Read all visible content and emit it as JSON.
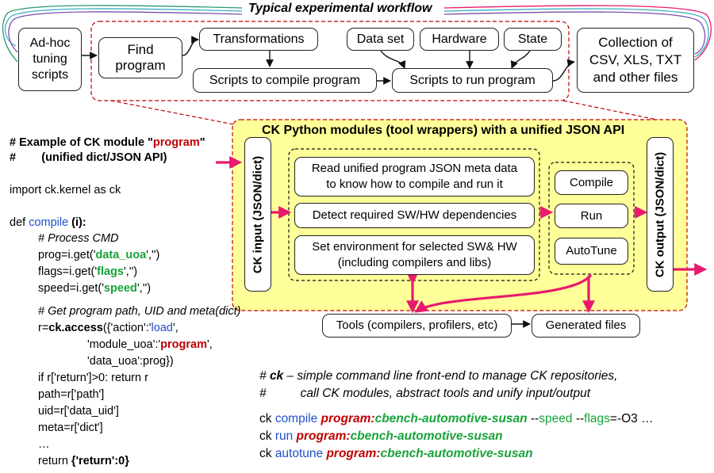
{
  "workflow": {
    "title": "Typical experimental workflow",
    "adhoc": "Ad-hoc\ntuning\nscripts",
    "find_program": "Find\nprogram",
    "transformations": "Transformations",
    "compile_scripts": "Scripts to compile program",
    "data_set": "Data set",
    "hardware": "Hardware",
    "state": "State",
    "run_scripts": "Scripts to run program",
    "collection": "Collection of\nCSV, XLS, TXT\nand other files"
  },
  "modules": {
    "title": "CK Python modules (tool wrappers) with a unified JSON API",
    "input": "CK input (JSON/dict)",
    "output": "CK output (JSON/dict)",
    "read_meta": "Read unified program JSON meta data\nto know how to compile and run it",
    "detect": "Detect required SW/HW dependencies",
    "set_env": "Set environment for selected SW& HW\n(including compilers and libs)",
    "compile": "Compile",
    "run": "Run",
    "autotune": "AutoTune",
    "tools": "Tools (compilers, profilers, etc)",
    "generated": "Generated files"
  },
  "code": {
    "h1_prefix": "# Example of CK module \"",
    "h1_program": "program",
    "h1_suffix": "\"",
    "h2": "#        (unified dict/JSON API)",
    "import": "import ck.kernel as ck",
    "def_kw": "def ",
    "def_name": "compile",
    "def_args": " (i):",
    "c1": "# Process CMD",
    "l1a": "prog=i.get('",
    "l1b": "data_uoa",
    "l1c": "','')",
    "l2a": "flags=i.get('",
    "l2b": "flags",
    "l2c": "','')",
    "l3a": "speed=i.get('",
    "l3b": "speed",
    "l3c": "','')",
    "c2": "# Get program path, UID and meta(dict)",
    "l4a": "r=",
    "l4b": "ck.access",
    "l4c": "({'action':'",
    "l4d": "load",
    "l4e": "',",
    "l5a": "'module_uoa':'",
    "l5b": "program",
    "l5c": "',",
    "l6": "'data_uoa':prog})",
    "l7": "if r['return']>0: return r",
    "l8": "path=r['path']",
    "l9": "uid=r['data_uid']",
    "l10": "meta=r['dict']",
    "l11": "…",
    "l12a": "return ",
    "l12b": "{'return':0}"
  },
  "cli": {
    "c1a": "# ",
    "c1b": "ck",
    "c1c": " – simple command line front-end to manage CK repositories,",
    "c2": "#          call CK modules, abstract tools and unify input/output",
    "r1_ck": "ck ",
    "r1_cmd": "compile",
    "r1_prog": " program:",
    "r1_name": "cbench-automotive-susan",
    "r1_a": " --",
    "r1_speed": "speed",
    "r1_b": " --",
    "r1_flags": "flags",
    "r1_c": "=-O3 …",
    "r2_ck": "ck ",
    "r2_cmd": "run",
    "r2_prog": " program:",
    "r2_name": "cbench-automotive-susan",
    "r3_ck": "ck ",
    "r3_cmd": "autotune",
    "r3_prog": " program:",
    "r3_name": "cbench-automotive-susan"
  },
  "colors": {
    "pink": "#e8196e",
    "yellow": "#ffff99",
    "blue": "#1f4fc7",
    "green": "#17a338",
    "red": "#c00000"
  }
}
